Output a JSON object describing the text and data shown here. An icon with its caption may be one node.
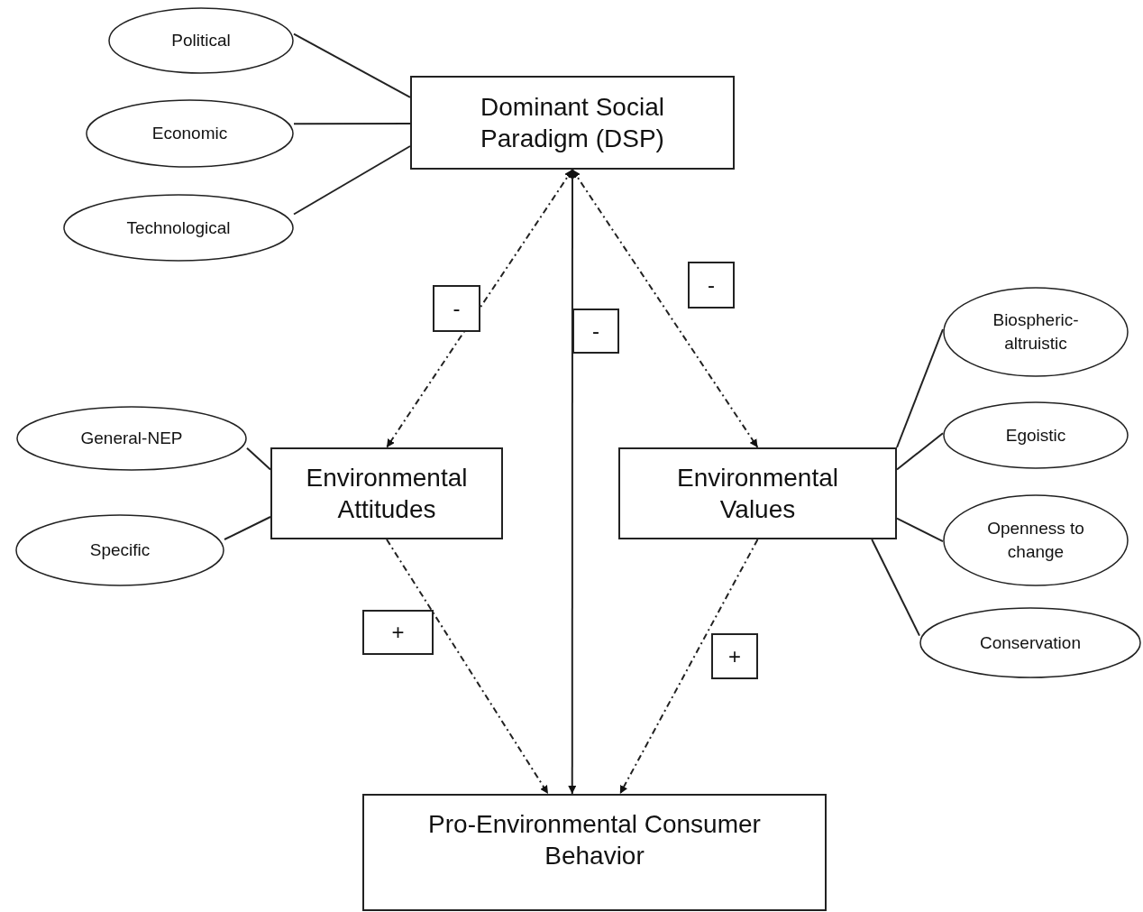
{
  "diagram": {
    "nodes": [
      {
        "text": [
          "Political"
        ]
      },
      {
        "text": [
          "Economic"
        ]
      },
      {
        "text": [
          "Technological"
        ]
      },
      {
        "text": [
          "Dominant Social Paradigm (DSP)"
        ]
      },
      {
        "text": [
          "General-NEP"
        ]
      },
      {
        "text": [
          "Specific"
        ]
      },
      {
        "text": [
          "Environmental Attitudes"
        ]
      },
      {
        "text": [
          "Environmental Values"
        ]
      },
      {
        "text": [
          "Biospheric-altruistic"
        ]
      },
      {
        "text": [
          "Egoistic"
        ]
      },
      {
        "text": [
          "Openness to change"
        ]
      },
      {
        "text": [
          "Conservation"
        ]
      },
      {
        "text": [
          "Pro-Environmental Consumer Behavior"
        ]
      }
    ],
    "edges": [
      {
        "from": 0,
        "to": 3,
        "arrow": "none"
      },
      {
        "from": 1,
        "to": 3,
        "arrow": "none"
      },
      {
        "from": 2,
        "to": 3,
        "arrow": "none"
      },
      {
        "from": 3,
        "to": 6,
        "arrow": "both",
        "style": "dashed",
        "label": "-"
      },
      {
        "from": 3,
        "to": 12,
        "arrow": "both",
        "label": "-"
      },
      {
        "from": 3,
        "to": 7,
        "arrow": "both",
        "style": "dashed",
        "label": "-"
      },
      {
        "from": 4,
        "to": 6,
        "arrow": "none"
      },
      {
        "from": 5,
        "to": 6,
        "arrow": "none"
      },
      {
        "from": 7,
        "to": 8,
        "arrow": "none"
      },
      {
        "from": 7,
        "to": 9,
        "arrow": "none"
      },
      {
        "from": 7,
        "to": 10,
        "arrow": "none"
      },
      {
        "from": 7,
        "to": 11,
        "arrow": "none"
      },
      {
        "from": 6,
        "to": 12,
        "arrow": "to",
        "style": "dashed",
        "label": "+"
      },
      {
        "from": 7,
        "to": 12,
        "arrow": "to",
        "style": "dashed",
        "label": "+"
      }
    ]
  }
}
